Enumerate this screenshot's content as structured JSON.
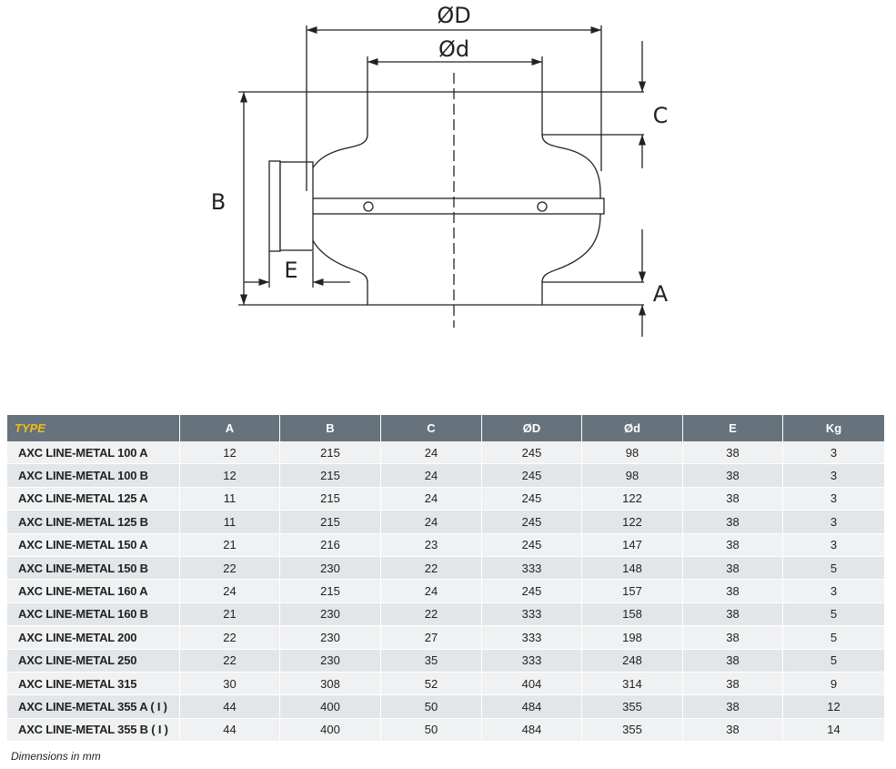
{
  "drawing": {
    "labels": {
      "outer_diameter": "ØD",
      "inner_diameter": "Ød",
      "c": "C",
      "b": "B",
      "e": "E",
      "a": "A"
    }
  },
  "table": {
    "headers": [
      "TYPE",
      "A",
      "B",
      "C",
      "ØD",
      "Ød",
      "E",
      "Kg"
    ],
    "rows": [
      [
        "AXC LINE-METAL 100 A",
        "12",
        "215",
        "24",
        "245",
        "98",
        "38",
        "3"
      ],
      [
        "AXC LINE-METAL 100 B",
        "12",
        "215",
        "24",
        "245",
        "98",
        "38",
        "3"
      ],
      [
        "AXC LINE-METAL 125 A",
        "11",
        "215",
        "24",
        "245",
        "122",
        "38",
        "3"
      ],
      [
        "AXC LINE-METAL 125 B",
        "11",
        "215",
        "24",
        "245",
        "122",
        "38",
        "3"
      ],
      [
        "AXC LINE-METAL 150 A",
        "21",
        "216",
        "23",
        "245",
        "147",
        "38",
        "3"
      ],
      [
        "AXC LINE-METAL 150 B",
        "22",
        "230",
        "22",
        "333",
        "148",
        "38",
        "5"
      ],
      [
        "AXC LINE-METAL 160 A",
        "24",
        "215",
        "24",
        "245",
        "157",
        "38",
        "3"
      ],
      [
        "AXC LINE-METAL 160 B",
        "21",
        "230",
        "22",
        "333",
        "158",
        "38",
        "5"
      ],
      [
        "AXC LINE-METAL 200",
        "22",
        "230",
        "27",
        "333",
        "198",
        "38",
        "5"
      ],
      [
        "AXC LINE-METAL 250",
        "22",
        "230",
        "35",
        "333",
        "248",
        "38",
        "5"
      ],
      [
        "AXC LINE-METAL 315",
        "30",
        "308",
        "52",
        "404",
        "314",
        "38",
        "9"
      ],
      [
        "AXC LINE-METAL 355 A ( I )",
        "44",
        "400",
        "50",
        "484",
        "355",
        "38",
        "12"
      ],
      [
        "AXC LINE-METAL 355 B ( I )",
        "44",
        "400",
        "50",
        "484",
        "355",
        "38",
        "14"
      ]
    ]
  },
  "note": "Dimensions in mm",
  "colors": {
    "header_bg": "#66737c",
    "type_header_text": "#f2b81c",
    "row_light": "#eff1f2",
    "row_dark": "#e3e6e8"
  }
}
